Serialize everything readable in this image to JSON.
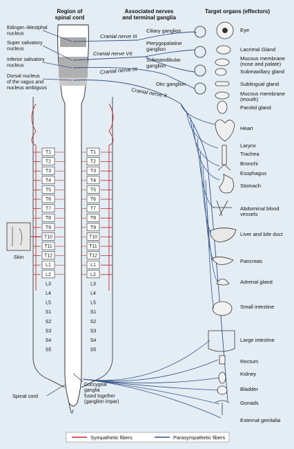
{
  "headers": {
    "region_line1": "Region of",
    "region_line2": "spinal cord",
    "nerves_line1": "Associated nerves",
    "nerves_line2": "and terminal ganglia",
    "targets": "Target organs (effectors)"
  },
  "nuclei": [
    [
      "Edinger–Westphal",
      "nucleus"
    ],
    [
      "Super salivatory",
      "nucleus"
    ],
    [
      "Inferior salivatory",
      "nucleus"
    ],
    [
      "Dorsal nucleus",
      "of the vagus and",
      "nucleus ambiguus"
    ]
  ],
  "cranial_nerves": [
    "Cranial nerve III",
    "Cranial nerve VII",
    "Cranial nerve IX",
    "Cranial nerve X"
  ],
  "ganglia": [
    [
      "Ciliary ganglion"
    ],
    [
      "Pterygopalatine",
      "ganglion"
    ],
    [
      "Submandibular",
      "ganglion"
    ],
    [
      "Otic ganglion"
    ]
  ],
  "segments": [
    "T1",
    "T2",
    "T3",
    "T4",
    "T5",
    "T6",
    "T7",
    "T8",
    "T9",
    "T10",
    "T11",
    "T12",
    "L1",
    "L2",
    "L3",
    "L4",
    "L5",
    "S1",
    "S2",
    "S3",
    "S4",
    "S5"
  ],
  "organs": [
    [
      "Eye"
    ],
    [
      "Lacrimal Gland"
    ],
    [
      "Mucous membrane",
      "(nose and palate)"
    ],
    [
      "Submaxillary gland"
    ],
    [
      "Sublingual gland"
    ],
    [
      "Mucous membrane",
      "(mouth)"
    ],
    [
      "Parotid gland"
    ],
    [
      "Heart"
    ],
    [
      "Larynx"
    ],
    [
      "Trachea"
    ],
    [
      "Bronchi"
    ],
    [
      "Esophagus"
    ],
    [
      "Stomach"
    ],
    [
      "Abdominal blood",
      "vessels"
    ],
    [
      "Liver and bile duct"
    ],
    [
      "Pancreas"
    ],
    [
      "Adrenal gland"
    ],
    [
      "Small intestine"
    ],
    [
      "Large intestine"
    ],
    [
      "Rectum"
    ],
    [
      "Kidney"
    ],
    [
      "Bladder"
    ],
    [
      "Gonads"
    ],
    [
      "External genitalia"
    ]
  ],
  "skin_label": "Skin",
  "spinal_cord_label": "Spinal cord",
  "coccygeal_label": [
    "Coccygeal",
    "ganglia",
    "fused together",
    "(ganglion impar)"
  ],
  "legend": {
    "sympathetic": "Sympathetic fibers",
    "parasympathetic": "Parasympathetic fibers"
  },
  "colors": {
    "background": "#e4edf4",
    "sympathetic": "#c0262c",
    "parasympathetic": "#2f4f86",
    "cord_fill": "#ffffff",
    "brainstem_gray": "#a8a8a8"
  }
}
